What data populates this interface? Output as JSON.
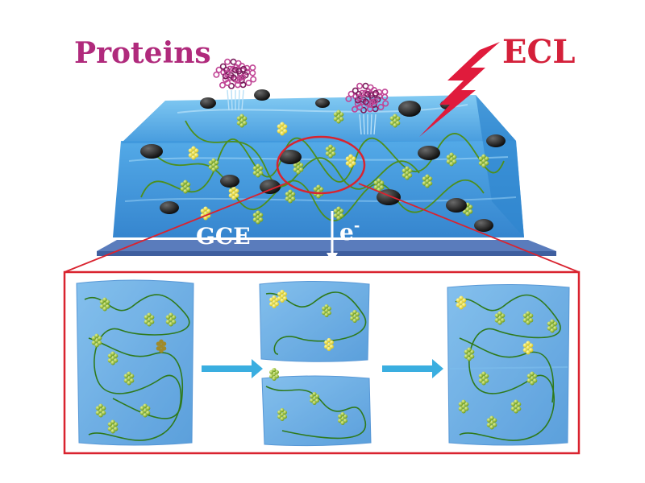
{
  "labels": {
    "proteins": "Proteins",
    "ecl": "ECL",
    "electrode": "GCE",
    "electron": "e",
    "electron_sup": "-"
  },
  "colors": {
    "proteins_text": "#b02a7c",
    "ecl_text": "#d4203a",
    "lightning": "#e01b3c",
    "hydrogel": "#3f9be0",
    "electrode_plate": "#5577b8",
    "frame": "#d9232f",
    "arrow": "#3aaee0",
    "bead": "#8fbf2a",
    "polymer_chain": "#5fa82a",
    "black_particle": "#1a1a1a",
    "protein_blob": "#c04595"
  },
  "icons": {
    "protein": "protein-cluster-icon",
    "lightning": "lightning-icon",
    "electron_arrow": "arrow-down-icon"
  },
  "panels": {
    "stages": [
      "intact-hydrogel",
      "cut-hydrogel",
      "self-healed-hydrogel"
    ]
  }
}
